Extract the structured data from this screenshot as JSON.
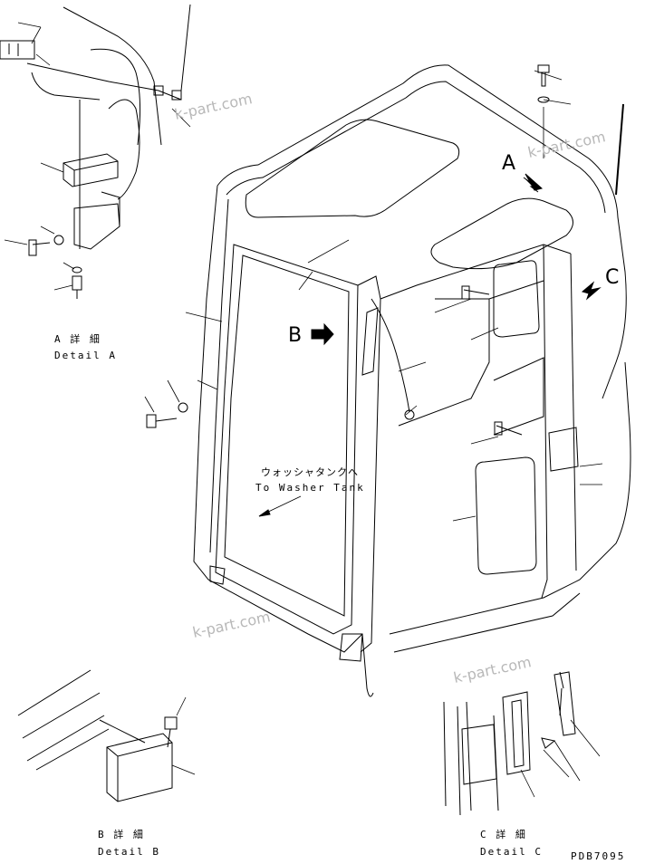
{
  "watermark": "k-part.com",
  "callouts": {
    "a": "A",
    "b": "B",
    "c": "C"
  },
  "details": {
    "a_jp": "A 詳 細",
    "a_en": "Detail A",
    "b_jp": "B 詳 細",
    "b_en": "Detail B",
    "c_jp": "C 詳 細",
    "c_en": "Detail C"
  },
  "washer_note": {
    "jp": "ウォッシャタンクへ",
    "en": "To Washer Tank"
  },
  "drawing_code": "PDB7095"
}
